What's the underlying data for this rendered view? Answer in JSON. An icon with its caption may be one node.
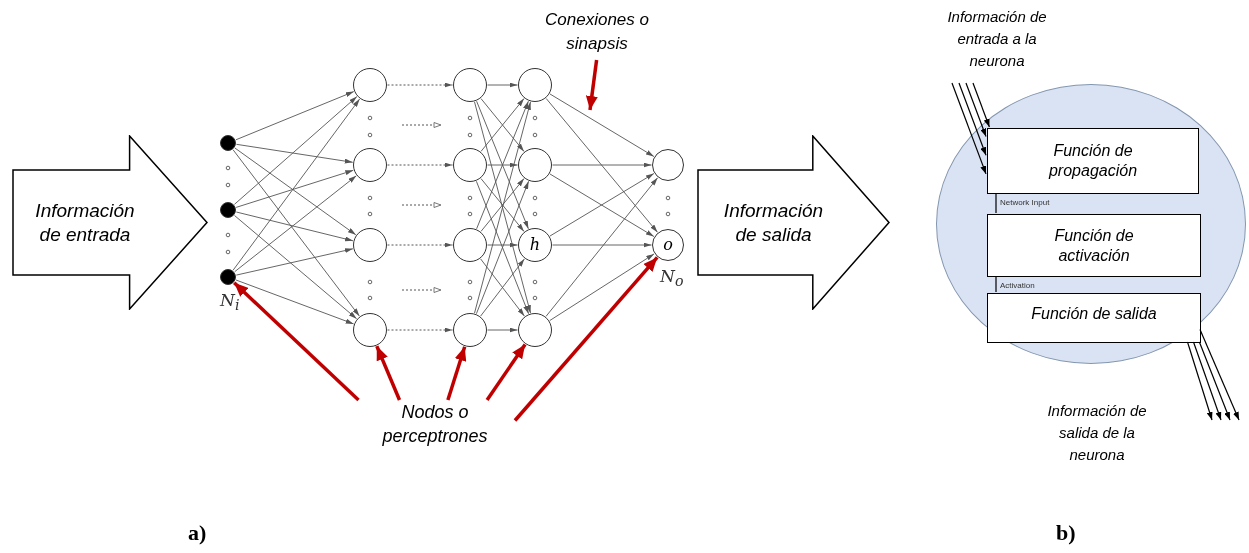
{
  "diagram": {
    "nodes": [
      {
        "text": [
          "Información de entrada"
        ]
      },
      {
        "text": [],
        "shape": "circle"
      },
      {
        "text": [],
        "shape": "circle"
      },
      {
        "text": [],
        "shape": "circle",
        "beside": [
          "N$_{i}$"
        ]
      },
      {
        "text": [],
        "shape": "circle"
      },
      {
        "text": [],
        "shape": "circle"
      },
      {
        "text": [],
        "shape": "circle"
      },
      {
        "text": [],
        "shape": "circle"
      },
      {
        "text": [],
        "shape": "circle"
      },
      {
        "text": [],
        "shape": "circle"
      },
      {
        "text": [],
        "shape": "circle"
      },
      {
        "text": [],
        "shape": "circle"
      },
      {
        "text": [],
        "shape": "circle"
      },
      {
        "text": [],
        "shape": "circle"
      },
      {
        "text": [
          "h"
        ]
      },
      {
        "text": [],
        "shape": "circle"
      },
      {
        "text": [],
        "shape": "circle"
      },
      {
        "text": [
          "o"
        ],
        "beside": [
          "N$_{o}$"
        ]
      },
      {
        "text": [
          "Información de salida"
        ]
      },
      {
        "text": [
          "Conexiones o sinapsis"
        ]
      },
      {
        "text": [
          "Nodos o perceptrones"
        ]
      },
      {
        "text": [],
        "shape": "circle"
      },
      {
        "text": [
          "Función de propagación"
        ],
        "in": 21
      },
      {
        "text": [
          "Función de activación"
        ],
        "in": 21
      },
      {
        "text": [
          "Función de salida"
        ],
        "in": 21
      },
      {
        "text": [
          "Información de entrada a la neurona"
        ]
      },
      {
        "text": [
          "Información de salida de la neurona"
        ]
      }
    ],
    "edges": [
      {
        "from": 1,
        "to": 4,
        "arrow": "to"
      },
      {
        "from": 1,
        "to": 5,
        "arrow": "to"
      },
      {
        "from": 1,
        "to": 6,
        "arrow": "to"
      },
      {
        "from": 1,
        "to": 7,
        "arrow": "to"
      },
      {
        "from": 2,
        "to": 4,
        "arrow": "to"
      },
      {
        "from": 2,
        "to": 5,
        "arrow": "to"
      },
      {
        "from": 2,
        "to": 6,
        "arrow": "to"
      },
      {
        "from": 2,
        "to": 7,
        "arrow": "to"
      },
      {
        "from": 3,
        "to": 4,
        "arrow": "to"
      },
      {
        "from": 3,
        "to": 5,
        "arrow": "to"
      },
      {
        "from": 3,
        "to": 6,
        "arrow": "to"
      },
      {
        "from": 3,
        "to": 7,
        "arrow": "to"
      },
      {
        "from": 4,
        "to": 8,
        "arrow": "to",
        "style": "dashed"
      },
      {
        "from": 5,
        "to": 9,
        "arrow": "to",
        "style": "dashed"
      },
      {
        "from": 6,
        "to": 10,
        "arrow": "to",
        "style": "dashed"
      },
      {
        "from": 7,
        "to": 11,
        "arrow": "to",
        "style": "dashed"
      },
      {
        "from": 8,
        "to": 12,
        "arrow": "to"
      },
      {
        "from": 8,
        "to": 13,
        "arrow": "to"
      },
      {
        "from": 8,
        "to": 14,
        "arrow": "to"
      },
      {
        "from": 8,
        "to": 15,
        "arrow": "to"
      },
      {
        "from": 9,
        "to": 12,
        "arrow": "to"
      },
      {
        "from": 9,
        "to": 13,
        "arrow": "to"
      },
      {
        "from": 9,
        "to": 14,
        "arrow": "to"
      },
      {
        "from": 9,
        "to": 15,
        "arrow": "to"
      },
      {
        "from": 10,
        "to": 12,
        "arrow": "to"
      },
      {
        "from": 10,
        "to": 13,
        "arrow": "to"
      },
      {
        "from": 10,
        "to": 14,
        "arrow": "to"
      },
      {
        "from": 10,
        "to": 15,
        "arrow": "to"
      },
      {
        "from": 11,
        "to": 12,
        "arrow": "to"
      },
      {
        "from": 11,
        "to": 13,
        "arrow": "to"
      },
      {
        "from": 11,
        "to": 14,
        "arrow": "to"
      },
      {
        "from": 11,
        "to": 15,
        "arrow": "to"
      },
      {
        "from": 12,
        "to": 16,
        "arrow": "to"
      },
      {
        "from": 12,
        "to": 17,
        "arrow": "to"
      },
      {
        "from": 13,
        "to": 16,
        "arrow": "to"
      },
      {
        "from": 13,
        "to": 17,
        "arrow": "to"
      },
      {
        "from": 14,
        "to": 16,
        "arrow": "to"
      },
      {
        "from": 14,
        "to": 17,
        "arrow": "to"
      },
      {
        "from": 15,
        "to": 16,
        "arrow": "to"
      },
      {
        "from": 15,
        "to": 17,
        "arrow": "to"
      },
      {
        "from": 19,
        "to": null,
        "arrow": "to",
        "style": "thick",
        "color": "#c00000"
      },
      {
        "from": 20,
        "to": 3,
        "arrow": "to",
        "style": "thick",
        "color": "#c00000"
      },
      {
        "from": 20,
        "to": 7,
        "arrow": "to",
        "style": "thick",
        "color": "#c00000"
      },
      {
        "from": 20,
        "to": 11,
        "arrow": "to",
        "style": "thick",
        "color": "#c00000"
      },
      {
        "from": 20,
        "to": 15,
        "arrow": "to",
        "style": "thick",
        "color": "#c00000"
      },
      {
        "from": 20,
        "to": 17,
        "arrow": "to",
        "style": "thick",
        "color": "#c00000"
      },
      {
        "from": 22,
        "to": 23,
        "arrow": "none",
        "label": "Network Input",
        "color": "#000000"
      },
      {
        "from": 23,
        "to": 24,
        "arrow": "none",
        "label": "Activation",
        "color": "#000000"
      },
      {
        "from": null,
        "to": 22,
        "arrow": "to",
        "color": "#000000"
      },
      {
        "from": null,
        "to": 22,
        "arrow": "to",
        "color": "#000000"
      },
      {
        "from": null,
        "to": 22,
        "arrow": "to",
        "color": "#000000"
      },
      {
        "from": null,
        "to": 22,
        "arrow": "to",
        "color": "#000000"
      },
      {
        "from": 24,
        "to": null,
        "arrow": "to",
        "color": "#000000"
      },
      {
        "from": 24,
        "to": null,
        "arrow": "to",
        "color": "#000000"
      },
      {
        "from": 24,
        "to": null,
        "arrow": "to",
        "color": "#000000"
      },
      {
        "from": 24,
        "to": null,
        "arrow": "to",
        "color": "#000000"
      }
    ],
    "labels": [
      "a)",
      "b)"
    ]
  }
}
